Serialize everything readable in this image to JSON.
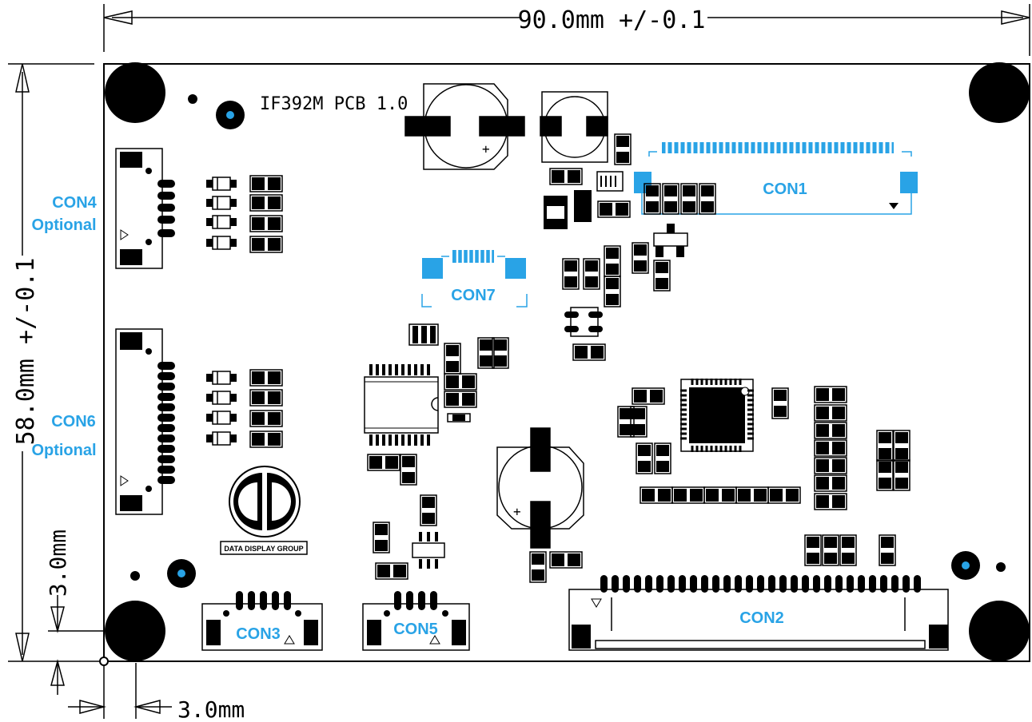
{
  "dimensions": {
    "width": "90.0mm  +/-0.1",
    "height": "58.0mm  +/-0.1",
    "hole_offset_y": "3.0mm",
    "hole_offset_x": "3.0mm"
  },
  "board": {
    "silkscreen": "IF392M  PCB  1.0",
    "logo_text": "DATA DISPLAY GROUP"
  },
  "connectors": {
    "con1": "CON1",
    "con2": "CON2",
    "con3": "CON3",
    "con4": "CON4",
    "con4_note": "Optional",
    "con5": "CON5",
    "con6": "CON6",
    "con6_note": "Optional",
    "con7": "CON7"
  },
  "colors": {
    "accent": "#29a3e6",
    "ink": "#000000"
  }
}
